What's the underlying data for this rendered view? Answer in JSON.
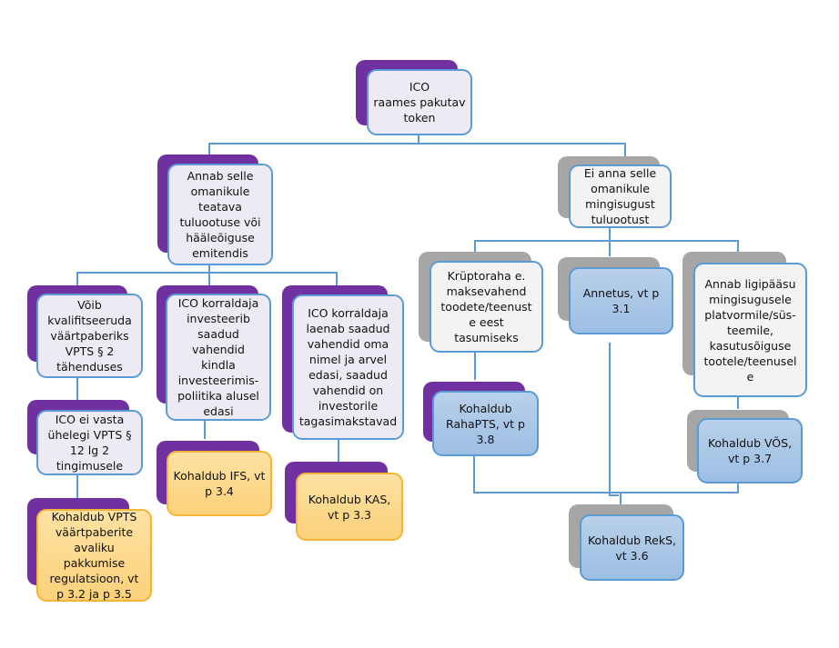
{
  "diagram": {
    "title": "ICO raames pakutav token — klassifikatsioon",
    "colors": {
      "connector": "#5b9bd5",
      "purple_shadow": "#7030a0",
      "gray_shadow": "#a6a6a6",
      "blue_fill": "#a9c7e8",
      "orange_fill": "#fcd580",
      "orange_border": "#f2b53a"
    },
    "nodes": {
      "root": {
        "text": "ICO\nraames pakutav\ntoken"
      },
      "left": {
        "text": "Annab selle\nomanikule\nteatava\ntuluootuse või\nhääleõiguse\nemitendis"
      },
      "right": {
        "text": "Ei anna selle\nomanikule\nmingisugust\ntuluootust"
      },
      "l1": {
        "text": "Võib\nkvalifitseeruda\nväärtpaberiks\nVPTS § 2\ntähenduses"
      },
      "l1a": {
        "text": "ICO ei vasta\nühelegi VPTS §\n12 lg 2\ntingimusele"
      },
      "l1b": {
        "text": "Kohaldub VPTS\nväärtpaberite\navaliku\npakkumise\nregulatsioon, vt\np 3.2 ja p 3.5"
      },
      "l2": {
        "text": "ICO korraldaja\ninvesteerib\nsaadud\nvahendid\nkindla\ninvesteerimis-\npoliitika alusel\nedasi"
      },
      "l2a": {
        "text": "Kohaldub IFS, vt\np 3.4"
      },
      "l3": {
        "text": "ICO korraldaja\nlaenab saadud\nvahendid oma\nnimel ja arvel\nedasi, saadud\nvahendid on\ninvestorile\ntagasimakstavad"
      },
      "l3a": {
        "text": "Kohaldub KAS,\nvt p 3.3"
      },
      "r1": {
        "text": "Krüptoraha e.\nmaksevahend\ntoodete/teenust\ne eest\ntasumiseks"
      },
      "r1a": {
        "text": "Kohaldub\nRahaPTS, vt p\n3.8"
      },
      "r2": {
        "text": "Annetus, vt p\n3.1"
      },
      "r3": {
        "text": "Annab ligipääsu\nmingisugusele\nplatvormile/süs-\nteemile,\nkasutusõiguse\ntootele/teenusel\ne"
      },
      "r3a": {
        "text": "Kohaldub VÕS,\nvt p 3.7"
      },
      "reks": {
        "text": "Kohaldub RekS,\nvt 3.6"
      }
    }
  }
}
